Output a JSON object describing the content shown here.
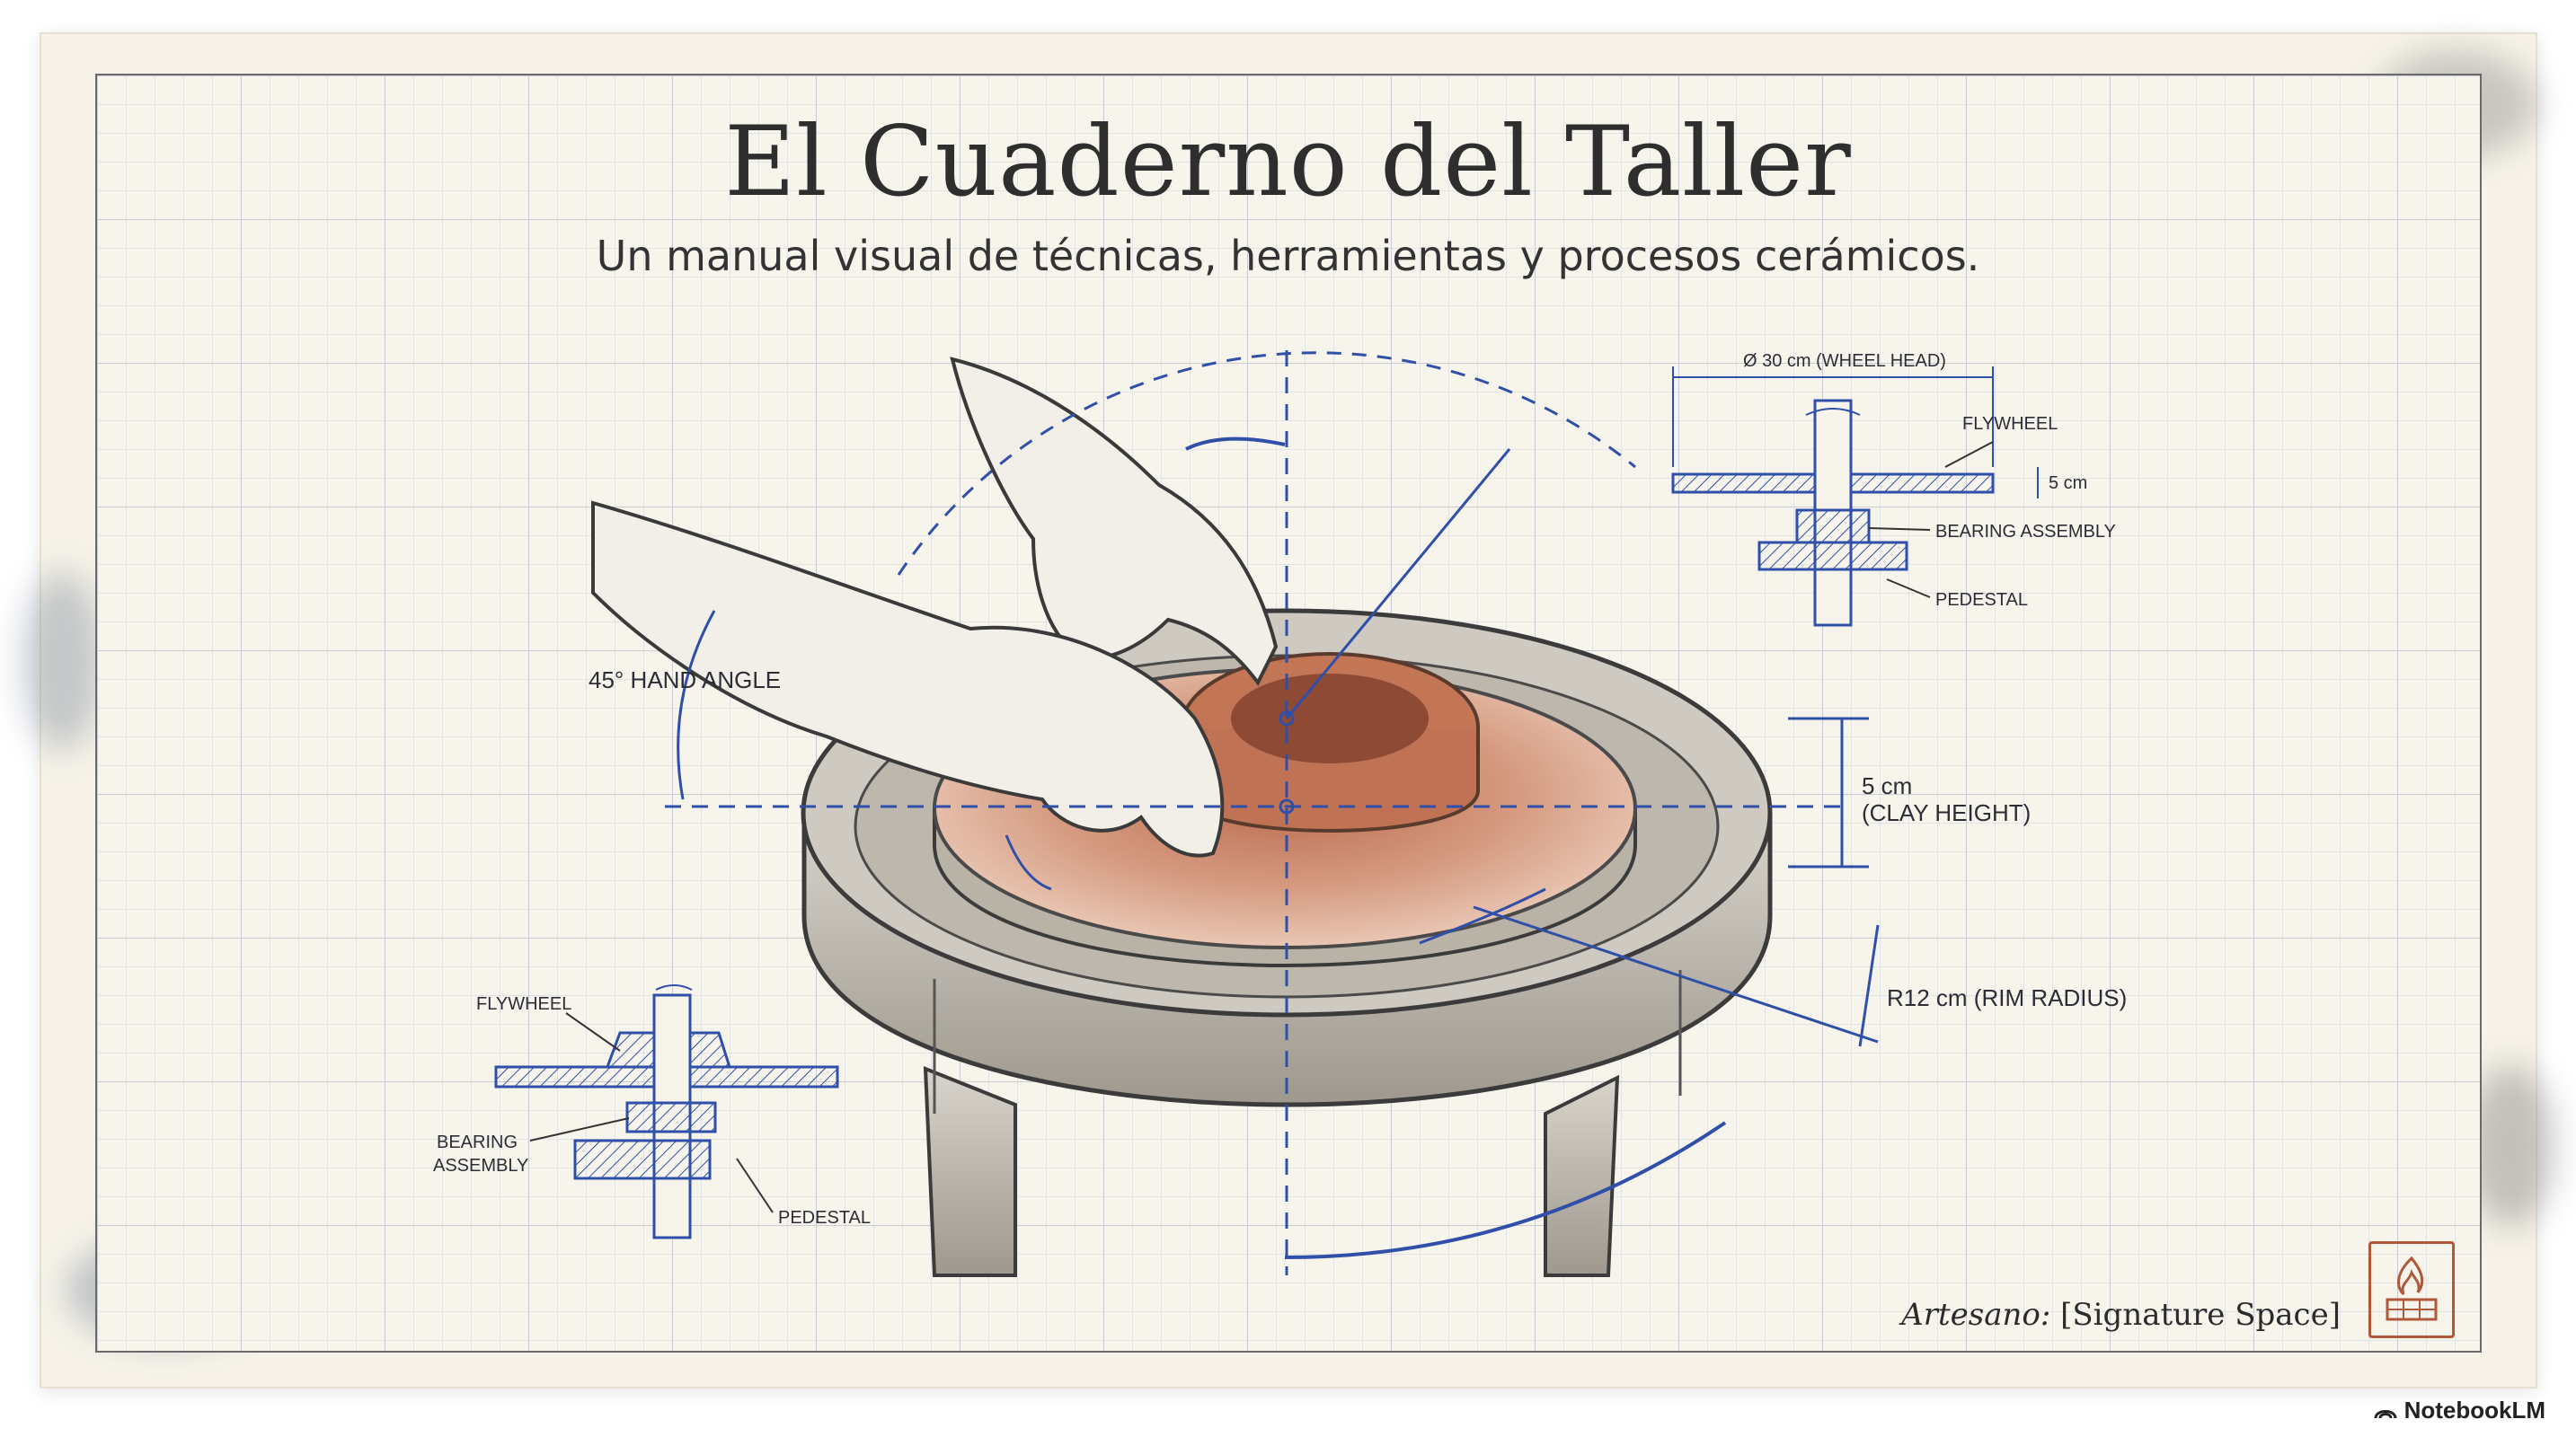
{
  "title": "El Cuaderno del Taller",
  "subtitle": "Un manual visual de técnicas, herramientas y procesos cerámicos.",
  "main_diagram": {
    "hand_angle_label": "45° HAND ANGLE",
    "clay_height_label_1": "5 cm",
    "clay_height_label_2": "(CLAY HEIGHT)",
    "rim_radius_label": "R12 cm (RIM RADIUS)"
  },
  "detail_top_right": {
    "wheel_head_label": "Ø 30 cm (WHEEL HEAD)",
    "flywheel_label": "FLYWHEEL",
    "thickness_label": "5 cm",
    "bearing_label": "BEARING ASSEMBLY",
    "pedestal_label": "PEDESTAL"
  },
  "detail_bottom_left": {
    "flywheel_label": "FLYWHEEL",
    "bearing_label_1": "BEARING",
    "bearing_label_2": "ASSEMBLY",
    "pedestal_label": "PEDESTAL"
  },
  "signature": {
    "prefix": "Artesano:",
    "placeholder": "[Signature Space]"
  },
  "stamp_icon": "kiln-flame-icon",
  "watermark": "NotebookLM",
  "colors": {
    "paper": "#f6f2e8",
    "blueprint_blue": "#2f4fa8",
    "clay": "#c97a5c",
    "pencil": "#4a4a4a",
    "stamp": "#b0583c"
  }
}
